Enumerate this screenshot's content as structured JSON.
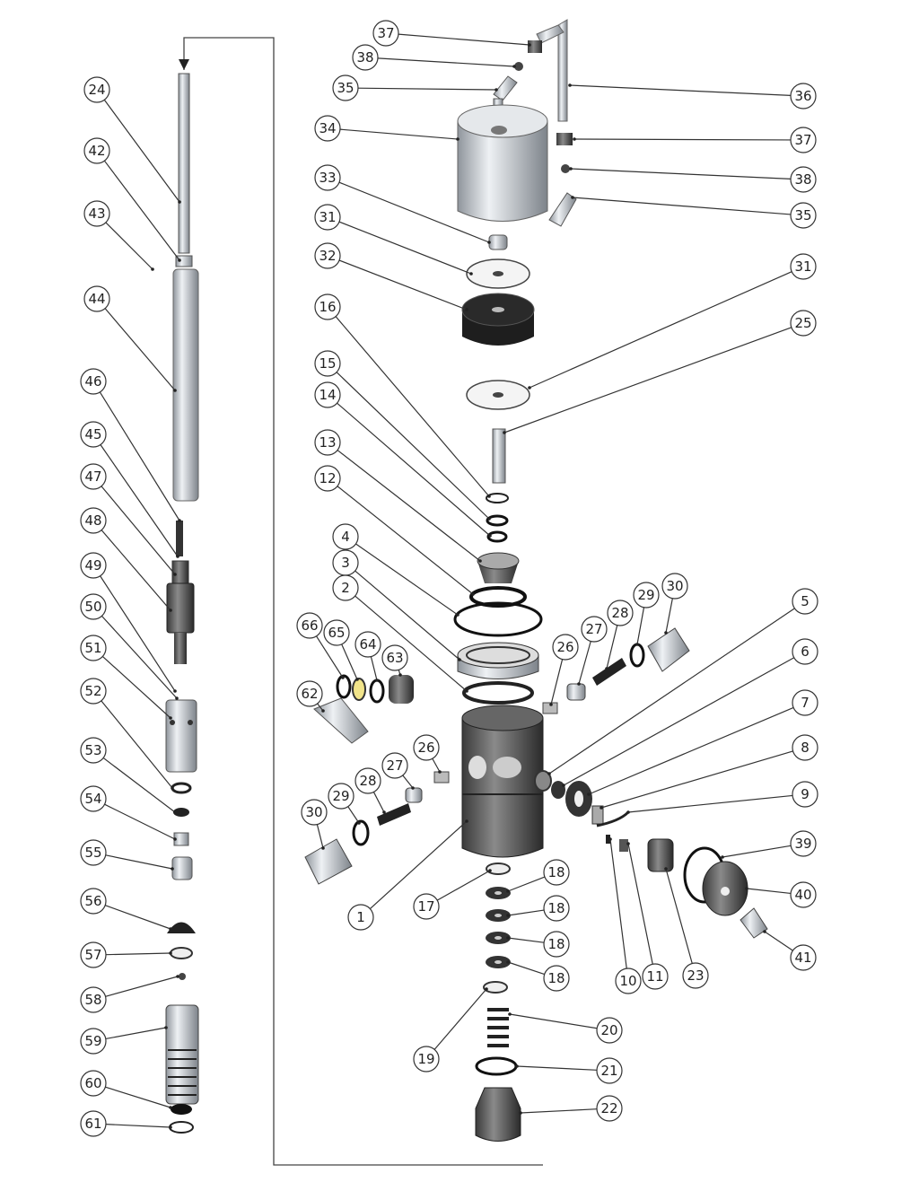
{
  "diagram": {
    "type": "exploded-parts-diagram",
    "callouts": [
      "24",
      "42",
      "43",
      "44",
      "46",
      "45",
      "47",
      "48",
      "49",
      "50",
      "51",
      "52",
      "53",
      "54",
      "55",
      "56",
      "57",
      "58",
      "59",
      "60",
      "61",
      "37",
      "38",
      "35",
      "34",
      "33",
      "31",
      "32",
      "16",
      "15",
      "14",
      "13",
      "12",
      "4",
      "3",
      "2",
      "66",
      "65",
      "64",
      "63",
      "62",
      "26",
      "27",
      "28",
      "29",
      "30",
      "1",
      "17",
      "19",
      "36",
      "37",
      "38",
      "35",
      "31",
      "25",
      "5",
      "6",
      "7",
      "8",
      "9",
      "39",
      "40",
      "41",
      "23",
      "11",
      "10",
      "18",
      "18",
      "18",
      "18",
      "20",
      "21",
      "22",
      "26",
      "27",
      "28",
      "29",
      "30"
    ],
    "colors": {
      "line": "#333333",
      "part_light": "#d9dde2",
      "part_mid": "#9aa0a6",
      "part_dark": "#2b2b2b"
    }
  }
}
